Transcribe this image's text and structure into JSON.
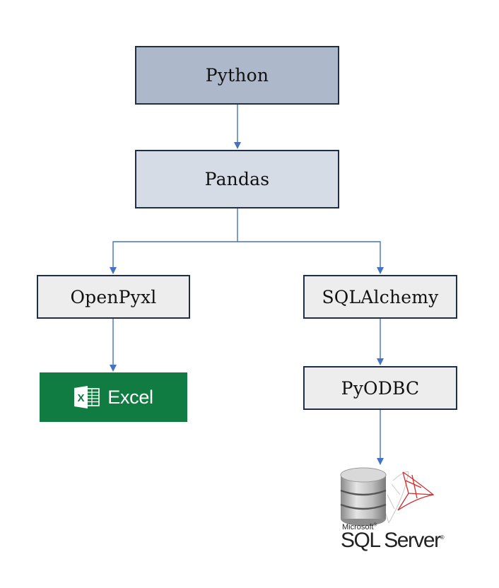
{
  "diagram": {
    "type": "flowchart",
    "nodes": [
      {
        "id": "python",
        "label": "Python",
        "fill": "#adb9ca"
      },
      {
        "id": "pandas",
        "label": "Pandas",
        "fill": "#d6dce5"
      },
      {
        "id": "openpyxl",
        "label": "OpenPyxl",
        "fill": "#ededed"
      },
      {
        "id": "sqlalchemy",
        "label": "SQLAlchemy",
        "fill": "#ededed"
      },
      {
        "id": "pyodbc",
        "label": "PyODBC",
        "fill": "#ededed"
      },
      {
        "id": "excel",
        "label": "Excel",
        "kind": "logo",
        "fill": "#107c41"
      },
      {
        "id": "sqlserver",
        "label": "SQL Server",
        "kind": "logo"
      }
    ],
    "edges": [
      {
        "from": "python",
        "to": "pandas"
      },
      {
        "from": "pandas",
        "to": "openpyxl"
      },
      {
        "from": "pandas",
        "to": "sqlalchemy"
      },
      {
        "from": "openpyxl",
        "to": "excel"
      },
      {
        "from": "sqlalchemy",
        "to": "pyodbc"
      },
      {
        "from": "pyodbc",
        "to": "sqlserver"
      }
    ],
    "colors": {
      "border": "#1f2d45",
      "connector": "#4472c4"
    }
  },
  "logos": {
    "excel": {
      "icon": "excel-icon",
      "label": "Excel"
    },
    "sqlserver": {
      "icon": "sql-server-icon",
      "vendor": "Microsoft",
      "product": "SQL Server"
    }
  }
}
